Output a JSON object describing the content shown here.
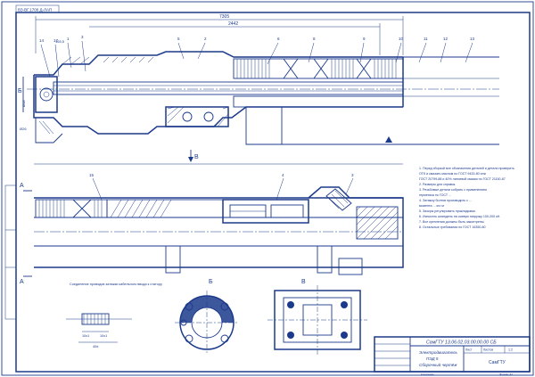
{
  "sheet": {
    "stamp_text": "ВЗ-ВГ.1700 Д-ЛАП",
    "dims": {
      "overall": "7305",
      "inner": "2442"
    },
    "side_label": "Б",
    "view_arrow": "В",
    "sections": {
      "a_left": "А",
      "a_right": "А",
      "b": "Б",
      "v": "В"
    },
    "callouts": [
      "14",
      "17",
      "1",
      "3",
      "5",
      "2",
      "6",
      "8",
      "9",
      "10",
      "11",
      "12",
      "13"
    ],
    "callouts_lower": [
      "15",
      "4",
      "3"
    ],
    "small_labels": {
      "d1": "Ø48",
      "d2": "Ø26",
      "d3": "165,5"
    },
    "notes": [
      "1. Перед сборкой все обозначения деталей и детали проверить",
      "ОТК и смазать маслом по ГОСТ 9433-80 или",
      "ГОСТ 20799-88 и 40% литиевой смазки по ГОСТ 21150-87",
      "2. Размеры для справок.",
      "3. Резьбовые детали собрать с применением",
      "герметика по ГОСТ ... ",
      "4. Затяжку болтов производить с ...",
      "момента ... кгс·м",
      "5. Зазоры регулировать прокладками.",
      "6. Испытать шпиндель на осевую нагрузку 100-200 кН.",
      "7. Все крепления должны быть законтрены.",
      "8. Остальные требования по ГОСТ 16350-80"
    ],
    "detail_caption": "Соединение проводов затяжки кабельного ввода к статору",
    "detail_dims": {
      "a": "10х1",
      "b": "10х1",
      "c": "40d"
    },
    "title_block": {
      "code": "СамГТУ 13.06.02.03.00.00.00 СБ",
      "name_line1": "Электродвигатель",
      "name_line2": "ПЭД 5",
      "name_line3": "Сборочный чертёж",
      "sheet": "Лист",
      "sheets": "Листов",
      "scale": "1:2",
      "org": "СамГТУ",
      "bottom_left": "Копировал",
      "bottom_right": "Формат А1"
    }
  }
}
